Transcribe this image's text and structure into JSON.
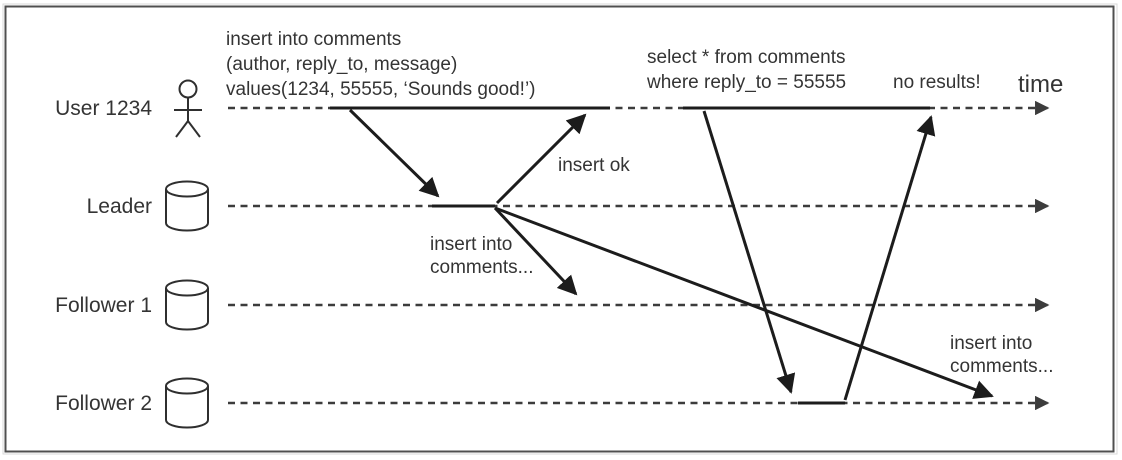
{
  "diagram_type": "sequence-diagram",
  "colors": {
    "ink": "#343434",
    "arrow": "#1c1c1c",
    "lifeline": "#3c3c3c",
    "frame_border": "#4f4f4f",
    "background": "#ffffff"
  },
  "actors": [
    {
      "label": "User 1234",
      "icon": "person-icon"
    },
    {
      "label": "Leader",
      "icon": "database-cylinder-icon"
    },
    {
      "label": "Follower 1",
      "icon": "database-cylinder-icon"
    },
    {
      "label": "Follower 2",
      "icon": "database-cylinder-icon"
    }
  ],
  "annotations": {
    "insert_query_lines": [
      "insert into comments",
      "(author, reply_to, message)",
      "values(1234, 55555, ‘Sounds good!’)"
    ],
    "insert_ok": "insert ok",
    "replicate_follower1_lines": [
      "insert into",
      "comments..."
    ],
    "select_query_lines": [
      "select * from comments",
      "where reply_to = 55555"
    ],
    "no_results": "no results!",
    "replicate_follower2_lines": [
      "insert into",
      "comments..."
    ],
    "time_label": "time"
  },
  "edges": [
    {
      "from": "User 1234",
      "to": "Leader",
      "label": "insert into comments (author, reply_to, message) values(1234, 55555, ‘Sounds good!’)"
    },
    {
      "from": "Leader",
      "to": "User 1234",
      "label": "insert ok"
    },
    {
      "from": "Leader",
      "to": "Follower 1",
      "label": "insert into comments..."
    },
    {
      "from": "Leader",
      "to": "Follower 2",
      "label": "insert into comments..."
    },
    {
      "from": "User 1234",
      "to": "Follower 2",
      "label": "select * from comments where reply_to = 55555"
    },
    {
      "from": "Follower 2",
      "to": "User 1234",
      "label": "no results!"
    }
  ]
}
